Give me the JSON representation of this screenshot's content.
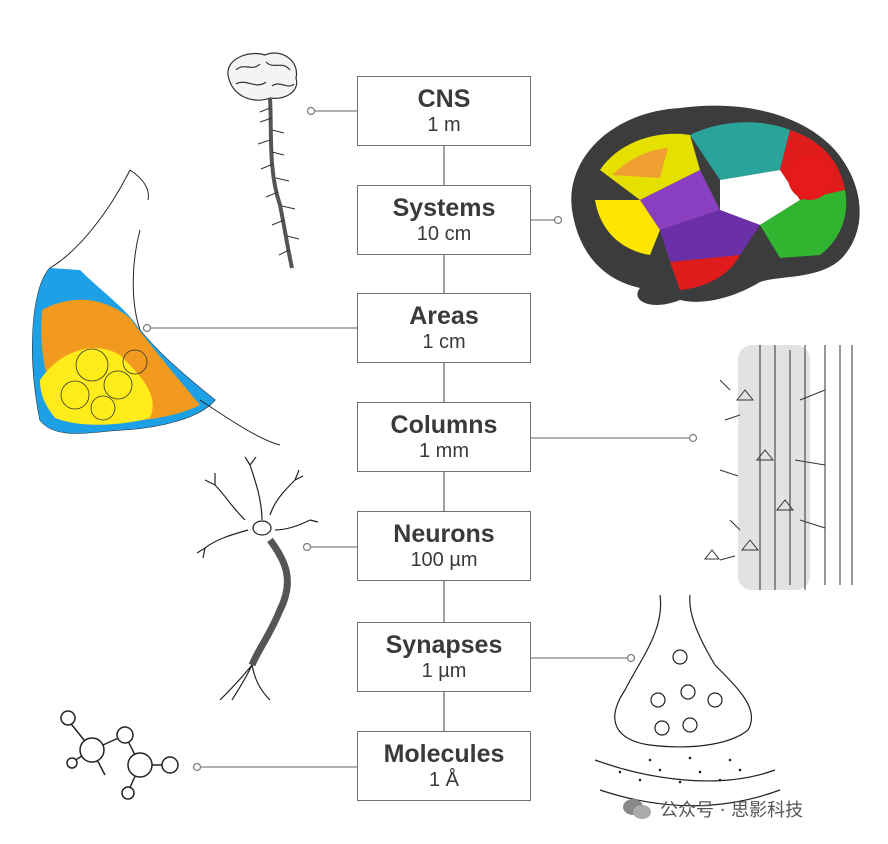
{
  "levels": [
    {
      "name": "CNS",
      "size": "1 m",
      "illustration": "brain-spinal-cord"
    },
    {
      "name": "Systems",
      "size": "10 cm",
      "illustration": "cortex-parcellation"
    },
    {
      "name": "Areas",
      "size": "1 cm",
      "illustration": "cortical-area-map"
    },
    {
      "name": "Columns",
      "size": "1 mm",
      "illustration": "cortical-column"
    },
    {
      "name": "Neurons",
      "size": "100 µm",
      "illustration": "neuron"
    },
    {
      "name": "Synapses",
      "size": "1 µm",
      "illustration": "synapse"
    },
    {
      "name": "Molecules",
      "size": "1 Å",
      "illustration": "molecule"
    }
  ],
  "watermark": {
    "text": "公众号 · 思影科技",
    "icon": "wechat-icon"
  },
  "colors": {
    "box_border": "#707070",
    "connector": "#808080",
    "text": "#3a3a3a"
  }
}
